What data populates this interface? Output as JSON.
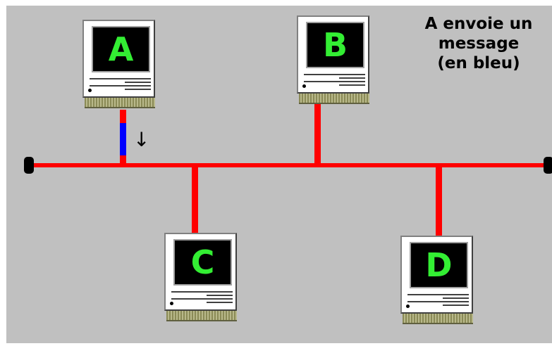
{
  "caption": [
    "A envoie un",
    "message",
    "(en bleu)"
  ],
  "computers": [
    {
      "id": "A",
      "label": "A"
    },
    {
      "id": "B",
      "label": "B"
    },
    {
      "id": "C",
      "label": "C"
    },
    {
      "id": "D",
      "label": "D"
    }
  ],
  "colors": {
    "background": "#c0c0c0",
    "cable": "#ff0000",
    "message": "#0000ff",
    "screen_text": "#33ee33"
  },
  "arrow": "↓"
}
